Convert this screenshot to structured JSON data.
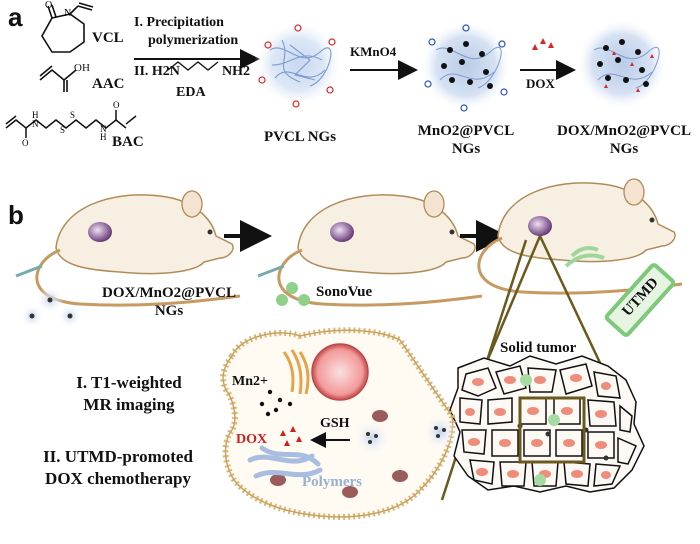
{
  "panel_a": {
    "label": "a",
    "monomers": [
      "VCL",
      "AAC",
      "BAC"
    ],
    "oh": "OH",
    "steps": {
      "s1_line1": "I. Precipitation",
      "s1_line2": "polymerization",
      "s2_line1": "II. H2N",
      "s2_nh2": "NH2",
      "s2_line2": "EDA"
    },
    "ngs": {
      "pvcl": "PVCL NGs",
      "mno2_l1": "MnO2@PVCL",
      "mno2_l2": "NGs",
      "dox_l1": "DOX/MnO2@PVCL",
      "dox_l2": "NGs"
    },
    "arrows": {
      "kmno4": "KMnO4",
      "dox": "DOX"
    }
  },
  "panel_b": {
    "label": "b",
    "injection_l1": "DOX/MnO2@PVCL",
    "injection_l2": "NGs",
    "sonovue": "SonoVue",
    "utmd": "UTMD",
    "solid_tumor": "Solid tumor",
    "mn": "Mn2+",
    "dox": "DOX",
    "gsh": "GSH",
    "polymers": "Polymers",
    "imaging_l1": "I. T1-weighted",
    "imaging_l2": "MR imaging",
    "therapy_l1": "II. UTMD-promoted",
    "therapy_l2": "DOX chemotherapy"
  },
  "colors": {
    "red_text": "#d02020",
    "polymer_text": "#9ab0d4",
    "utmd_green": "#7ec87a",
    "tumor_outline": "#6b5a1e"
  }
}
